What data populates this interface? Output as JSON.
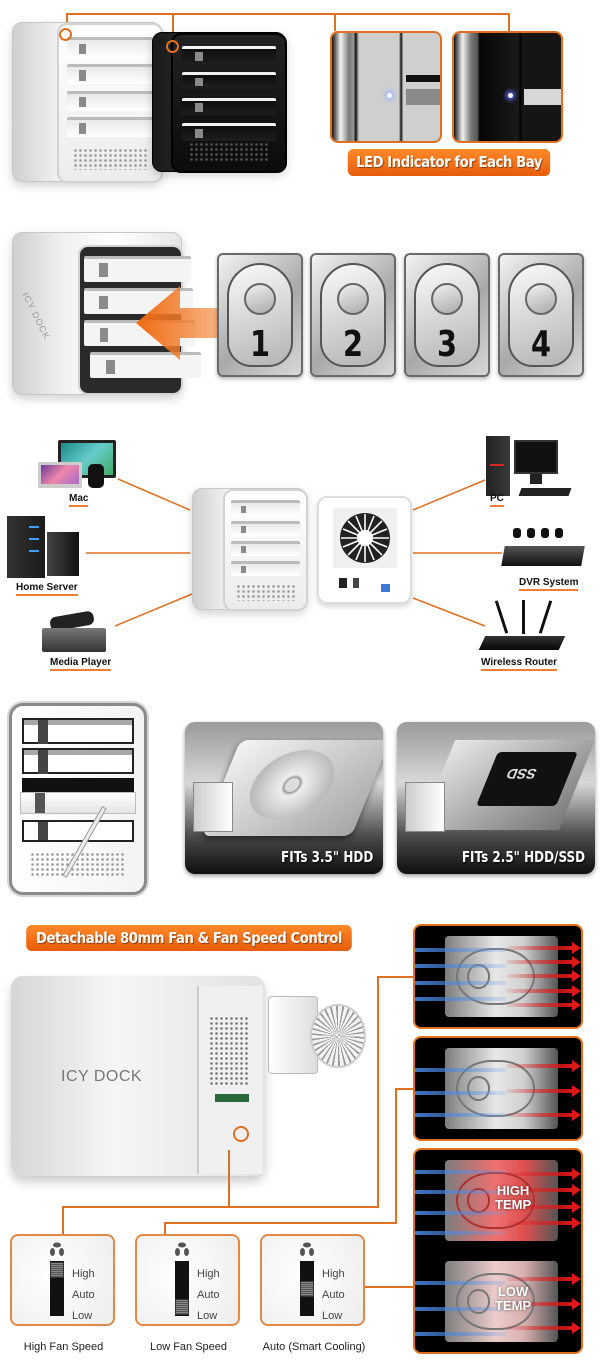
{
  "section_led": {
    "banner": "LED Indicator for Each Bay",
    "units": [
      "silver-enclosure",
      "black-enclosure"
    ],
    "closeups": [
      "silver-led-closeup",
      "black-led-closeup"
    ]
  },
  "section_hotswap": {
    "brand_text": "ICY DOCK",
    "drives": [
      {
        "label": "1"
      },
      {
        "label": "2"
      },
      {
        "label": "3"
      },
      {
        "label": "4"
      }
    ]
  },
  "section_connectivity": {
    "devices_left": [
      {
        "label": "Mac",
        "icon": "mac-devices-icon"
      },
      {
        "label": "Home Server",
        "icon": "server-icon"
      },
      {
        "label": "Media Player",
        "icon": "media-player-icon"
      }
    ],
    "devices_right": [
      {
        "label": "PC",
        "icon": "pc-icon"
      },
      {
        "label": "DVR System",
        "icon": "dvr-icon"
      },
      {
        "label": "Wireless Router",
        "icon": "router-icon"
      }
    ]
  },
  "section_fit": {
    "cards": [
      {
        "label": "FITs 3.5\" HDD"
      },
      {
        "label": "FITs 2.5\" HDD/SSD"
      }
    ],
    "ssd_text": "SSD"
  },
  "section_fan": {
    "banner": "Detachable 80mm Fan & Fan Speed Control",
    "brand_text": "ICY DOCK",
    "temp_high": [
      "HIGH",
      "TEMP"
    ],
    "temp_low": [
      "LOW",
      "TEMP"
    ],
    "switch_options": [
      "High",
      "Auto",
      "Low"
    ],
    "switches": [
      {
        "caption": "High Fan Speed",
        "position": "High"
      },
      {
        "caption": "Low Fan Speed",
        "position": "Low"
      },
      {
        "caption": "Auto (Smart Cooling)",
        "position": "Auto"
      }
    ]
  },
  "colors": {
    "accent_orange": "#e07020",
    "banner_orange": "#f26a14",
    "led_blue": "#b8c8ff",
    "airflow_blue": "#4682dc",
    "airflow_red": "#e01818"
  }
}
